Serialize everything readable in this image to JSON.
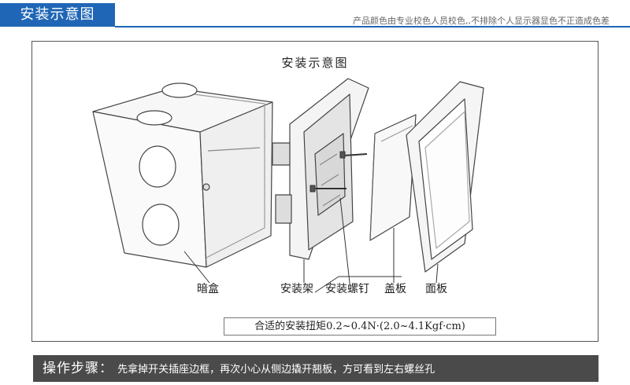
{
  "header": {
    "title": "安装示意图",
    "note": "产品颜色由专业校色人员校色,,不排除个人显示器显色不正造成色差"
  },
  "diagram": {
    "title": "安装示意图",
    "labels": {
      "box": "暗盒",
      "bracket": "安装架",
      "screw": "安装螺钉",
      "cover": "盖板",
      "panel": "面板"
    },
    "torque": "合适的安装扭矩0.2~0.4N·(2.0~4.1Kgf·cm)"
  },
  "footer": {
    "heading": "操作步骤：",
    "text": "先拿掉开关插座边框，再次小心从侧边撬开翘板，方可看到左右螺丝孔"
  },
  "colors": {
    "accent": "#1f66b6",
    "footer_bg": "#4a4a4a"
  }
}
